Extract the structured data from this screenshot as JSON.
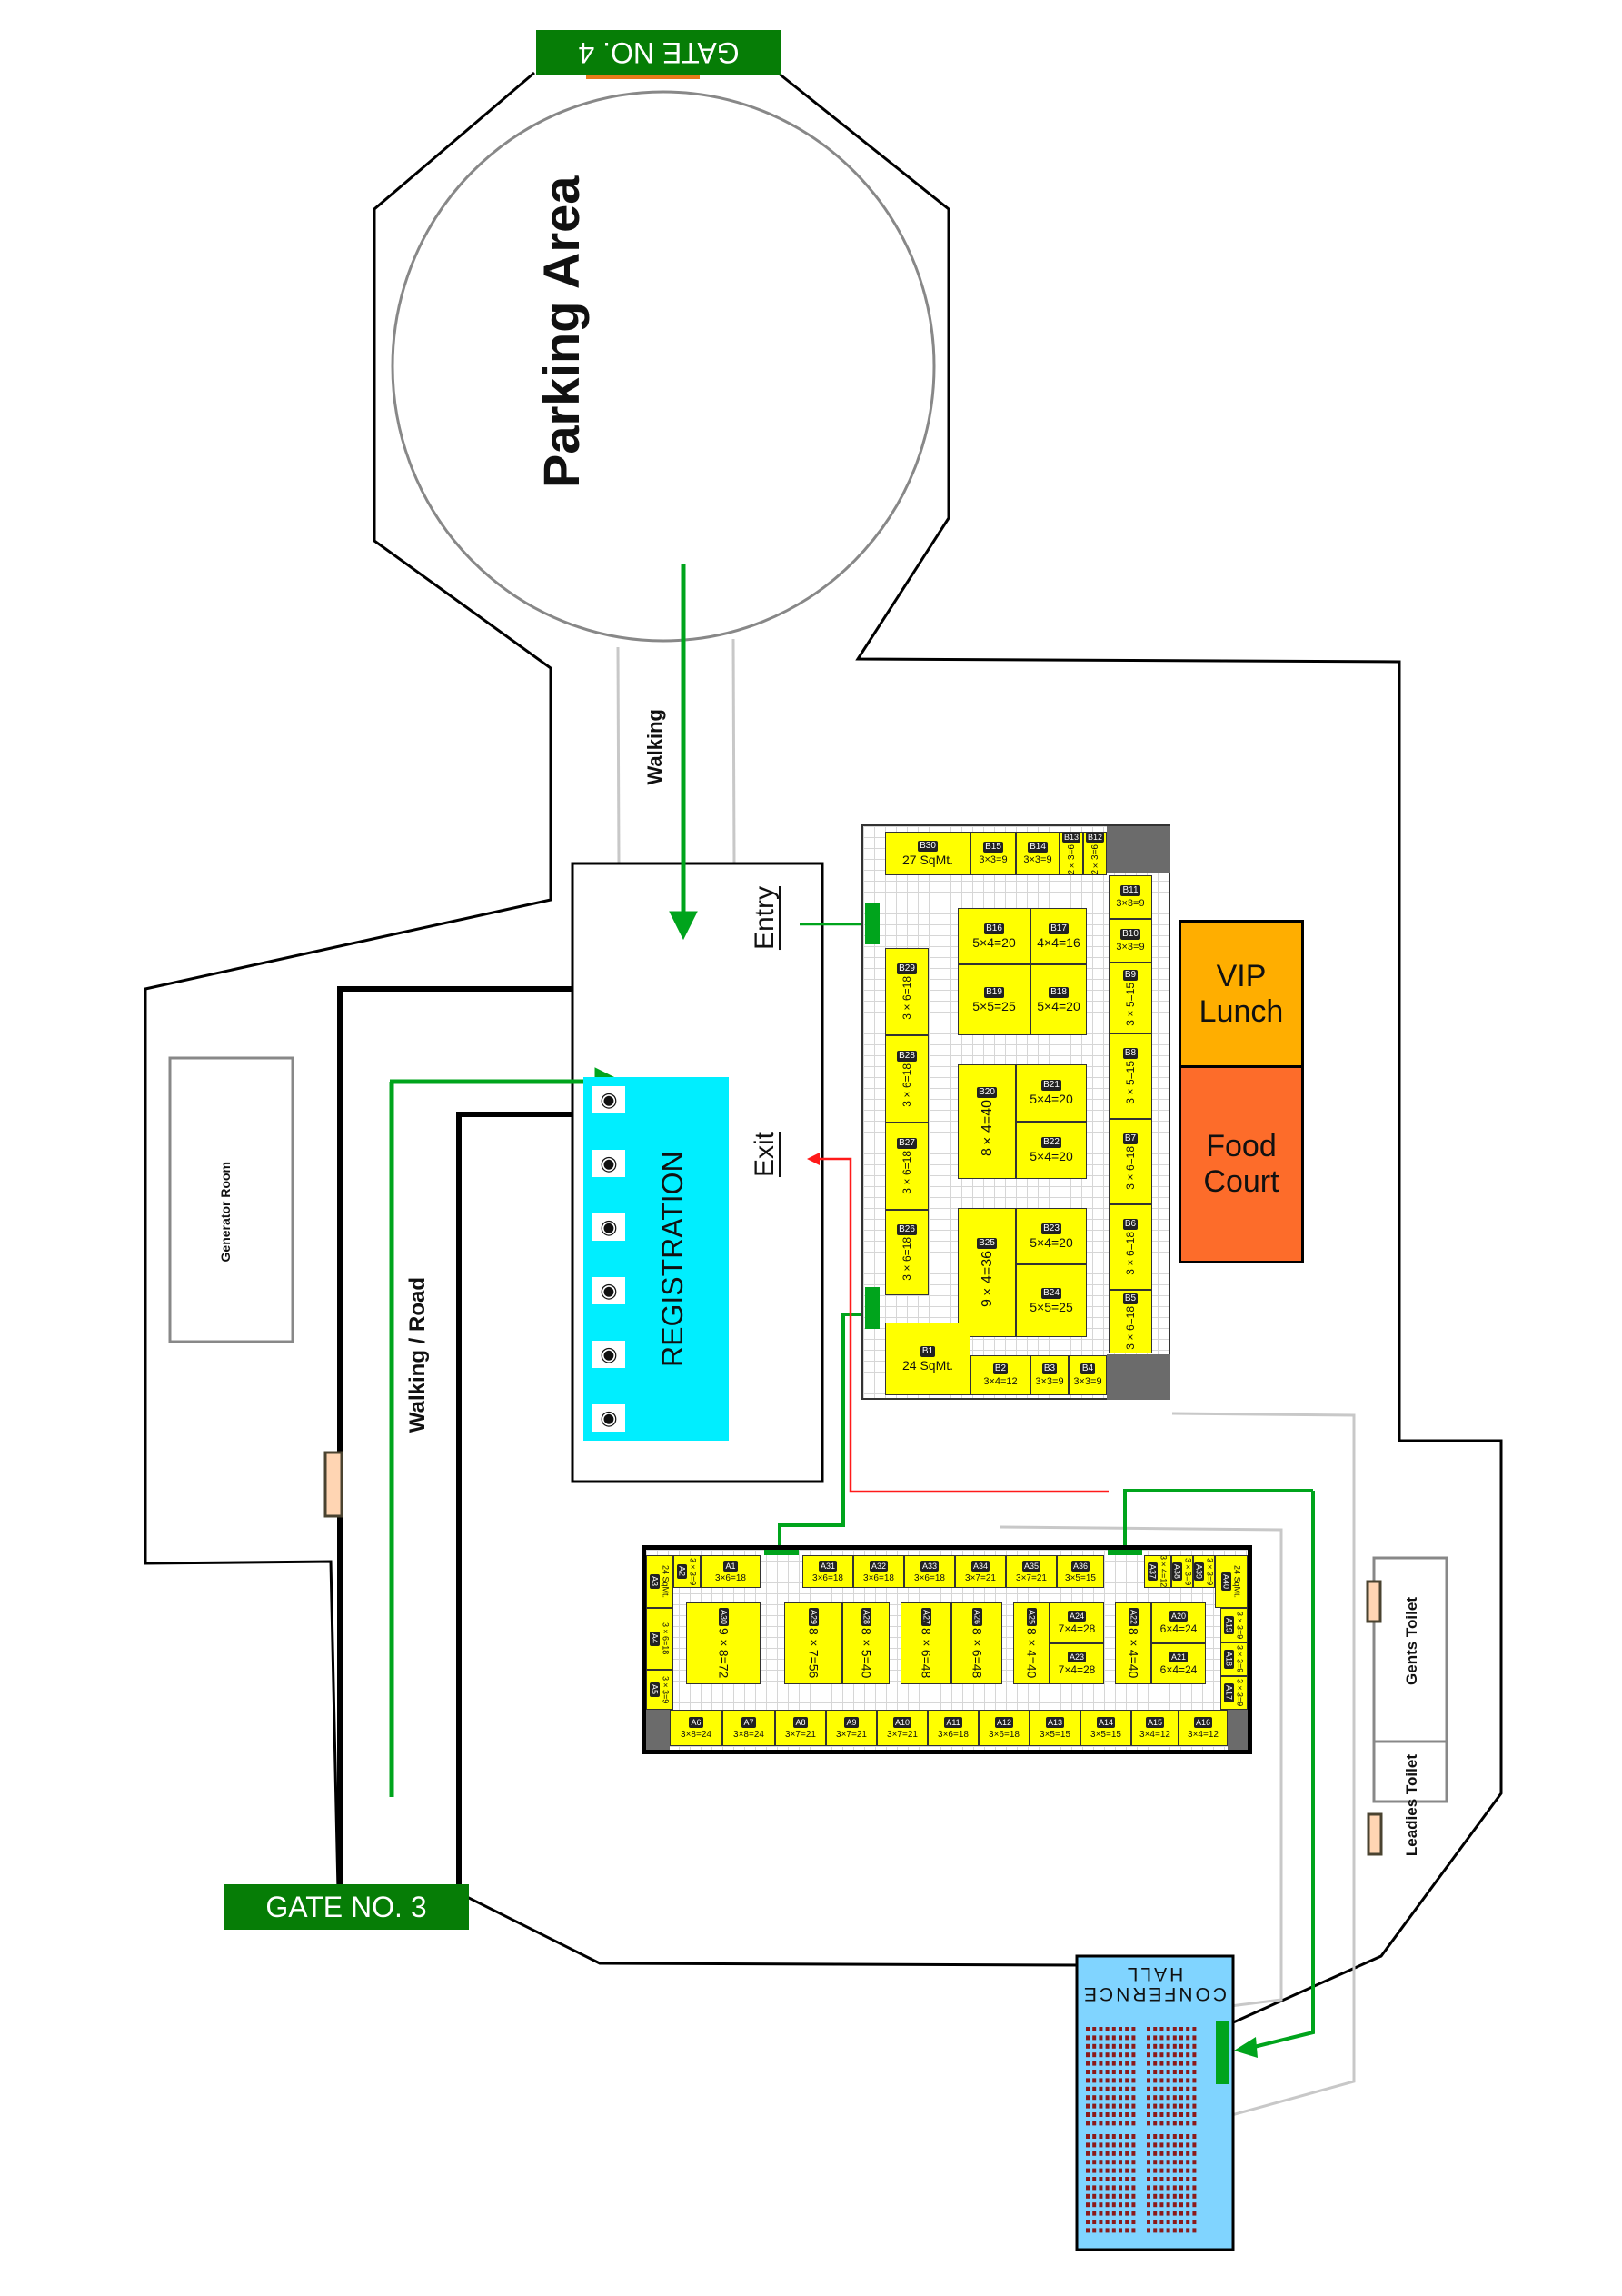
{
  "title": "Exhibition Venue Layout",
  "gates": {
    "gate4": "GATE NO. 4",
    "gate3": "GATE NO. 3"
  },
  "areas": {
    "parking": "Parking Area",
    "walking": "Walking",
    "walking_road": "Walking / Road",
    "generator_room": "Generator Room",
    "registration": "REGISTRATION",
    "entry": "Entry",
    "exit": "Exit",
    "vip_lunch_line1": "VIP",
    "vip_lunch_line2": "Lunch",
    "food_court_line1": "Food",
    "food_court_line2": "Court",
    "gents_toilet": "Gents Toilet",
    "ladies_toilet": "Leadies Toilet",
    "conference_line1": "CONFERNCE",
    "conference_line2": "HALL"
  },
  "registration_desks": 6,
  "colors": {
    "stall": "#ffff00",
    "gate": "#067d06",
    "vip_lunch": "#ffae00",
    "food_court": "#fd6c2a",
    "registration": "#00eeff",
    "conference": "#80d4ff",
    "route_green": "#00a41c",
    "route_red": "#ff1a1a",
    "toilet_door": "#ffd5b3"
  },
  "hall_b": {
    "stalls": [
      {
        "id": "B30",
        "size": "27 SqMt."
      },
      {
        "id": "B15",
        "size": "3×3=9"
      },
      {
        "id": "B14",
        "size": "3×3=9"
      },
      {
        "id": "B13",
        "size": "2×3=6"
      },
      {
        "id": "B12",
        "size": "2×3=6"
      },
      {
        "id": "B11",
        "size": "3×3=9"
      },
      {
        "id": "B10",
        "size": "3×3=9"
      },
      {
        "id": "B9",
        "size": "3×5=15"
      },
      {
        "id": "B8",
        "size": "3×5=15"
      },
      {
        "id": "B7",
        "size": "3×6=18"
      },
      {
        "id": "B6",
        "size": "3×6=18"
      },
      {
        "id": "B5",
        "size": "3×6=18"
      },
      {
        "id": "B29",
        "size": "3×6=18"
      },
      {
        "id": "B28",
        "size": "3×6=18"
      },
      {
        "id": "B27",
        "size": "3×6=18"
      },
      {
        "id": "B26",
        "size": "3×6=18"
      },
      {
        "id": "B16",
        "size": "5×4=20"
      },
      {
        "id": "B17",
        "size": "4×4=16"
      },
      {
        "id": "B19",
        "size": "5×5=25"
      },
      {
        "id": "B18",
        "size": "5×4=20"
      },
      {
        "id": "B20",
        "size": "8×4=40"
      },
      {
        "id": "B21",
        "size": "5×4=20"
      },
      {
        "id": "B22",
        "size": "5×4=20"
      },
      {
        "id": "B25",
        "size": "9×4=36"
      },
      {
        "id": "B23",
        "size": "5×4=20"
      },
      {
        "id": "B24",
        "size": "5×5=25"
      },
      {
        "id": "B1",
        "size": "24 SqMt."
      },
      {
        "id": "B2",
        "size": "3×4=12"
      },
      {
        "id": "B3",
        "size": "3×3=9"
      },
      {
        "id": "B4",
        "size": "3×3=9"
      }
    ]
  },
  "hall_a": {
    "stalls": [
      {
        "id": "A3",
        "size": "24 SqMt."
      },
      {
        "id": "A2",
        "size": "3×3=9"
      },
      {
        "id": "A1",
        "size": "3×6=18"
      },
      {
        "id": "A31",
        "size": "3×6=18"
      },
      {
        "id": "A32",
        "size": "3×6=18"
      },
      {
        "id": "A33",
        "size": "3×6=18"
      },
      {
        "id": "A34",
        "size": "3×7=21"
      },
      {
        "id": "A35",
        "size": "3×7=21"
      },
      {
        "id": "A36",
        "size": "3×5=15"
      },
      {
        "id": "A37",
        "size": "3×4=12"
      },
      {
        "id": "A38",
        "size": "3×3=9"
      },
      {
        "id": "A39",
        "size": "3×3=9"
      },
      {
        "id": "A40",
        "size": "24 SqMt."
      },
      {
        "id": "A4",
        "size": "3×6=18"
      },
      {
        "id": "A5",
        "size": "3×3=9"
      },
      {
        "id": "A19",
        "size": "3×3=9"
      },
      {
        "id": "A18",
        "size": "3×3=9"
      },
      {
        "id": "A17",
        "size": "3×3=9"
      },
      {
        "id": "A30",
        "size": "9×8=72"
      },
      {
        "id": "A29",
        "size": "8×7=56"
      },
      {
        "id": "A28",
        "size": "8×5=40"
      },
      {
        "id": "A27",
        "size": "8×6=48"
      },
      {
        "id": "A26",
        "size": "8×6=48"
      },
      {
        "id": "A25",
        "size": "8×4=40"
      },
      {
        "id": "A24",
        "size": "7×4=28"
      },
      {
        "id": "A23",
        "size": "7×4=28"
      },
      {
        "id": "A22",
        "size": "8×4=40"
      },
      {
        "id": "A20",
        "size": "6×4=24"
      },
      {
        "id": "A21",
        "size": "6×4=24"
      },
      {
        "id": "A6",
        "size": "3×8=24"
      },
      {
        "id": "A7",
        "size": "3×8=24"
      },
      {
        "id": "A8",
        "size": "3×7=21"
      },
      {
        "id": "A9",
        "size": "3×7=21"
      },
      {
        "id": "A10",
        "size": "3×7=21"
      },
      {
        "id": "A11",
        "size": "3×6=18"
      },
      {
        "id": "A12",
        "size": "3×6=18"
      },
      {
        "id": "A13",
        "size": "3×5=15"
      },
      {
        "id": "A14",
        "size": "3×5=15"
      },
      {
        "id": "A15",
        "size": "3×4=12"
      },
      {
        "id": "A16",
        "size": "3×4=12"
      }
    ]
  }
}
